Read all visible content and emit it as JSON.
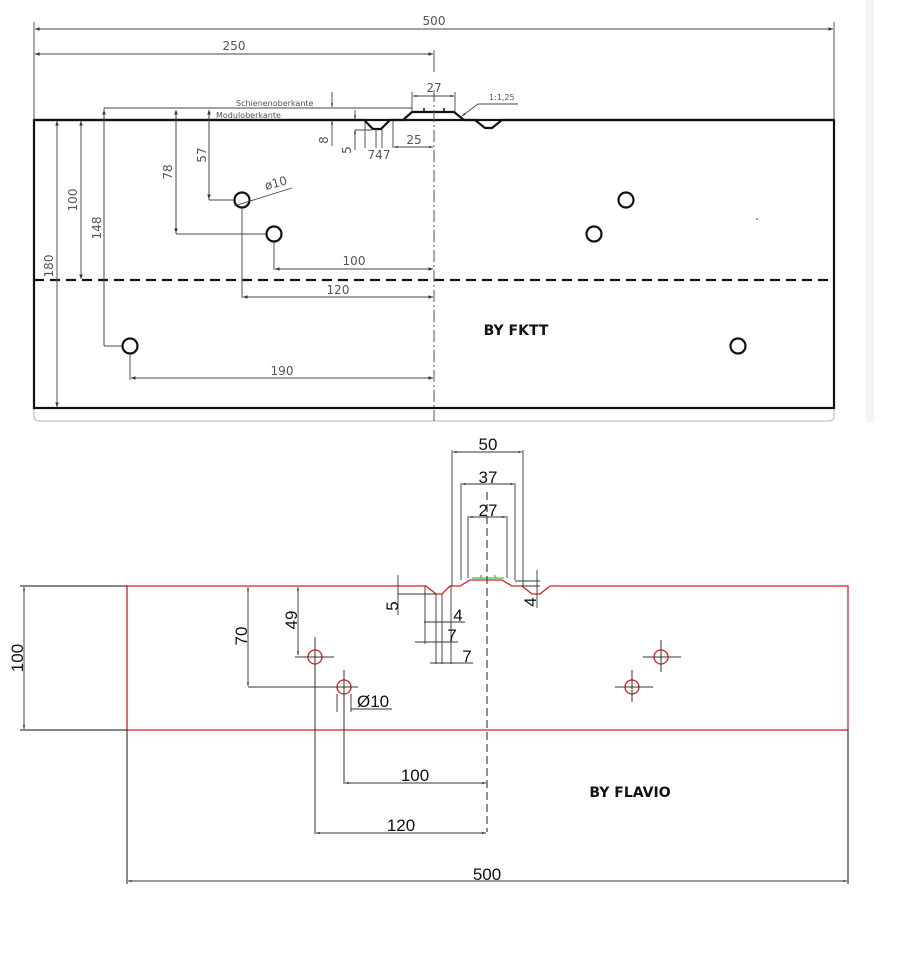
{
  "top_drawing": {
    "author_label": "BY FKTT",
    "dims": {
      "total_width": "500",
      "half_width": "250",
      "rail_width": "27",
      "slope": "1:1,25",
      "rail_top_label": "Schienenoberkante",
      "module_top_label": "Moduloberkante",
      "rail_height": "8",
      "groove_depth": "5",
      "groove_widths": "747",
      "rail_offset": "25",
      "height_57": "57",
      "height_78": "78",
      "height_100": "100",
      "height_148": "148",
      "height_180": "180",
      "hole_diameter": "ø10",
      "dist_100": "100",
      "dist_120": "120",
      "dist_190": "190"
    }
  },
  "bottom_drawing": {
    "author_label": "BY FLAVIO",
    "dims": {
      "width_50": "50",
      "width_37": "37",
      "width_27": "27",
      "groove_depth": "5",
      "rail_height": "4",
      "w4": "4",
      "w7a": "7",
      "w7b": "7",
      "height_49": "49",
      "height_70": "70",
      "height_100": "100",
      "hole_diameter": "Ø10",
      "dist_100": "100",
      "dist_120": "120",
      "total_width": "500"
    }
  },
  "colors": {
    "outline_top": "#111111",
    "outline_bottom": "#d42020",
    "rail_green": "#33cc33",
    "dim_line": "#444444"
  }
}
